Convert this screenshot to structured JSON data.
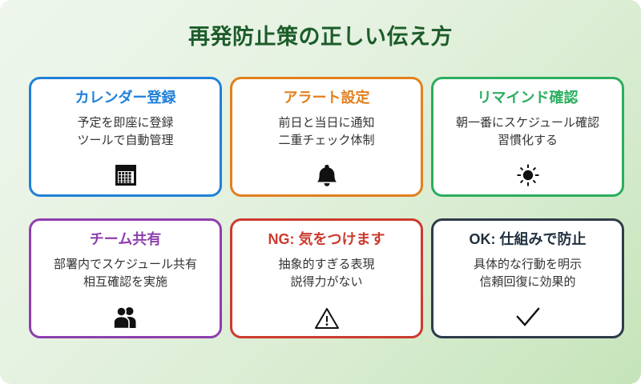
{
  "page": {
    "title": "再発防止策の正しい伝え方",
    "title_color": "#1c5c2a",
    "background_start": "#eef6ec",
    "background_end": "#c5e4ba"
  },
  "cards": [
    {
      "title": "カレンダー登録",
      "line1": "予定を即座に登録",
      "line2": "ツールで自動管理",
      "icon": "calendar-icon",
      "accent": "#2080d8"
    },
    {
      "title": "アラート設定",
      "line1": "前日と当日に通知",
      "line2": "二重チェック体制",
      "icon": "bell-icon",
      "accent": "#e2801e"
    },
    {
      "title": "リマインド確認",
      "line1": "朝一番にスケジュール確認",
      "line2": "習慣化する",
      "icon": "sun-icon",
      "accent": "#2bae5e"
    },
    {
      "title": "チーム共有",
      "line1": "部署内でスケジュール共有",
      "line2": "相互確認を実施",
      "icon": "people-icon",
      "accent": "#8e3fae"
    },
    {
      "title": "NG: 気をつけます",
      "line1": "抽象的すぎる表現",
      "line2": "説得力がない",
      "icon": "warning-triangle-icon",
      "accent": "#cc3b2e"
    },
    {
      "title": "OK: 仕組みで防止",
      "line1": "具体的な行動を明示",
      "line2": "信頼回復に効果的",
      "icon": "check-icon",
      "accent": "#21303f"
    }
  ]
}
